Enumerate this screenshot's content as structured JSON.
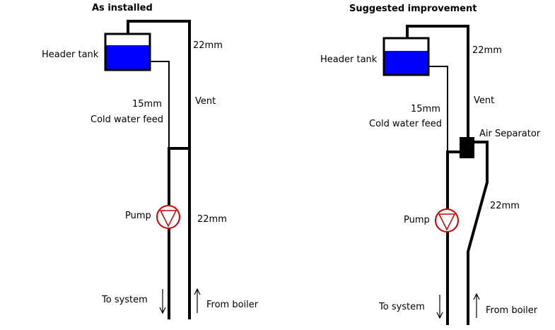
{
  "left": {
    "title": "As installed",
    "header_tank": "Header tank",
    "vent_size": "22mm",
    "vent": "Vent",
    "feed_size": "15mm",
    "cold_water_feed": "Cold water feed",
    "pump": "Pump",
    "main_size": "22mm",
    "to_system": "To system",
    "from_boiler": "From boiler"
  },
  "right": {
    "title": "Suggested improvement",
    "header_tank": "Header tank",
    "vent_size": "22mm",
    "vent": "Vent",
    "feed_size": "15mm",
    "cold_water_feed": "Cold water feed",
    "air_separator": "Air Separator",
    "pump": "Pump",
    "main_size": "22mm",
    "to_system": "To system",
    "from_boiler": "From boiler"
  },
  "colors": {
    "water": "#0000ff",
    "pump": "#cc0000",
    "line": "#000000"
  }
}
